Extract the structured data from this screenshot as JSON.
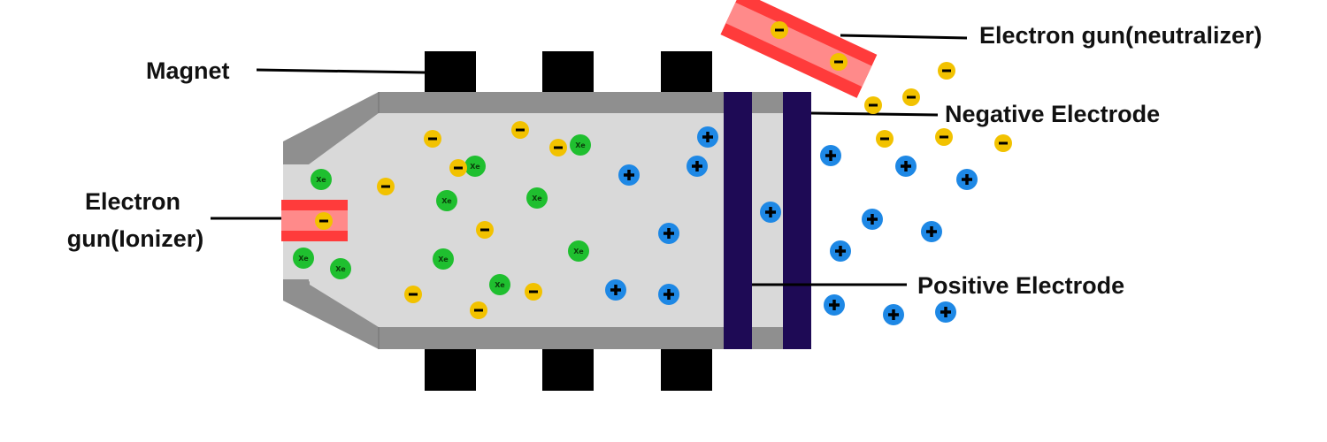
{
  "labels": {
    "magnet": "Magnet",
    "electron_gun_ionizer_line1": "Electron",
    "electron_gun_ionizer_line2": "gun(Ionizer)",
    "electron_gun_neutralizer": "Electron gun(neutralizer)",
    "negative_electrode": "Negative Electrode",
    "positive_electrode": "Positive Electrode"
  },
  "particle_symbols": {
    "xenon": "Xe",
    "electron": "−",
    "ion": "+"
  },
  "colors": {
    "chamber_wall": "#8f8f8f",
    "chamber_inner": "#d9d9d9",
    "magnet": "#000000",
    "electrode": "#1e0a55",
    "gun_outer": "#ff3b3b",
    "gun_inner": "#ff8a8a",
    "xenon": "#1fbf2f",
    "electron": "#f2c200",
    "ion": "#1e88e5"
  },
  "icons": [
    "xenon-atom-icon",
    "electron-icon",
    "ion-icon"
  ]
}
